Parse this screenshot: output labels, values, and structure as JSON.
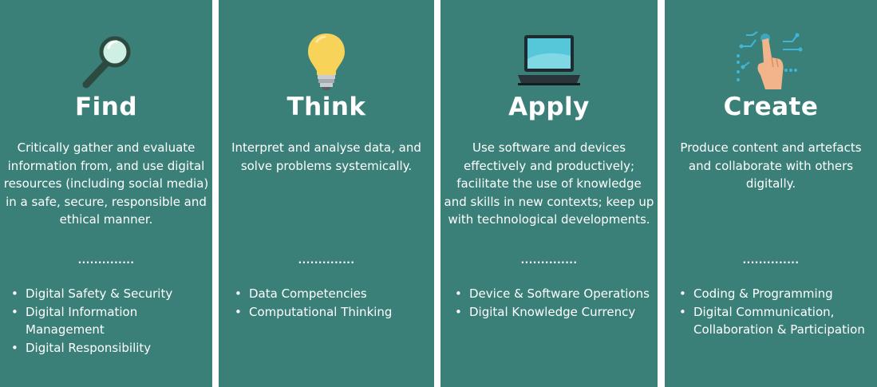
{
  "panels": [
    {
      "icon": "magnifying-glass-icon",
      "title": "Find",
      "description": "Critically gather and evaluate information from, and use digital resources (including social media) in a safe, secure, responsible and ethical manner.",
      "dots": "..............",
      "bullets": [
        "Digital Safety & Security",
        "Digital Information Management",
        "Digital Responsibility"
      ]
    },
    {
      "icon": "light-bulb-icon",
      "title": "Think",
      "description": "Interpret and analyse data, and solve problems systemically.",
      "dots": "..............",
      "bullets": [
        "Data Competencies",
        "Computational Thinking"
      ]
    },
    {
      "icon": "laptop-icon",
      "title": "Apply",
      "description": "Use software and devices effectively and productively; facilitate the use of knowledge and skills in new contexts; keep up with technological developments.",
      "dots": "..............",
      "bullets": [
        "Device & Software Operations",
        "Digital Knowledge Currency"
      ]
    },
    {
      "icon": "hand-touch-circuit-icon",
      "title": "Create",
      "description": "Produce content and artefacts and collaborate with others digitally.",
      "dots": "..............",
      "bullets": [
        "Coding & Programming",
        "Digital Communication, Collaboration & Participation"
      ]
    }
  ],
  "colors": {
    "panel_bg": "#3a8078",
    "separator": "#ffffff",
    "text": "#ffffff"
  }
}
